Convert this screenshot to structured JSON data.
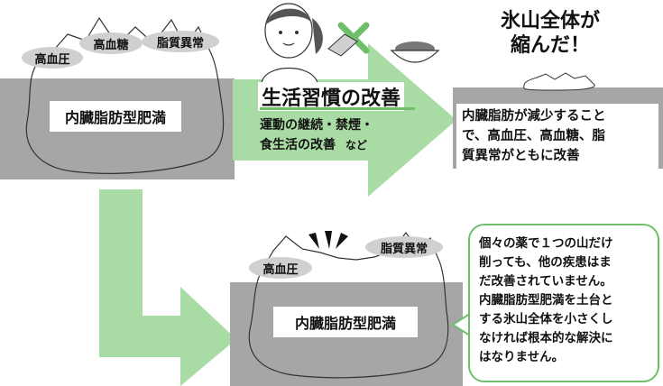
{
  "top_iceberg": {
    "base_label": "内臓脂肪型肥満",
    "peaks": [
      "高血圧",
      "高血糖",
      "脂質異常"
    ]
  },
  "habits": {
    "title": "生活習慣の改善",
    "detail_line1": "運動の継続・禁煙・",
    "detail_line2": "食生活の改善",
    "detail_suffix": "など"
  },
  "result": {
    "title_line1": "氷山全体が",
    "title_line2": "縮んだ！",
    "text_lines": [
      "内臓脂肪が減少すること",
      "で、高血圧、高血糖、脂",
      "質異常がともに改善"
    ]
  },
  "bottom_iceberg": {
    "base_label": "内臓脂肪型肥満",
    "peaks": [
      "高血圧",
      "脂質異常"
    ]
  },
  "callout": {
    "lines": [
      "個々の薬で１つの山だけ",
      "削っても、他の疾患はま",
      "だ改善されていません。",
      "内臓脂肪型肥満を土台と",
      "する氷山全体を小さくし",
      "なければ根本的な解決に",
      "はなりません。"
    ]
  },
  "colors": {
    "arrow_green": "#a9dca4",
    "callout_border": "#6fbf6a",
    "water_gray": "#a6a6a6",
    "label_gray": "#d0d0d0"
  }
}
